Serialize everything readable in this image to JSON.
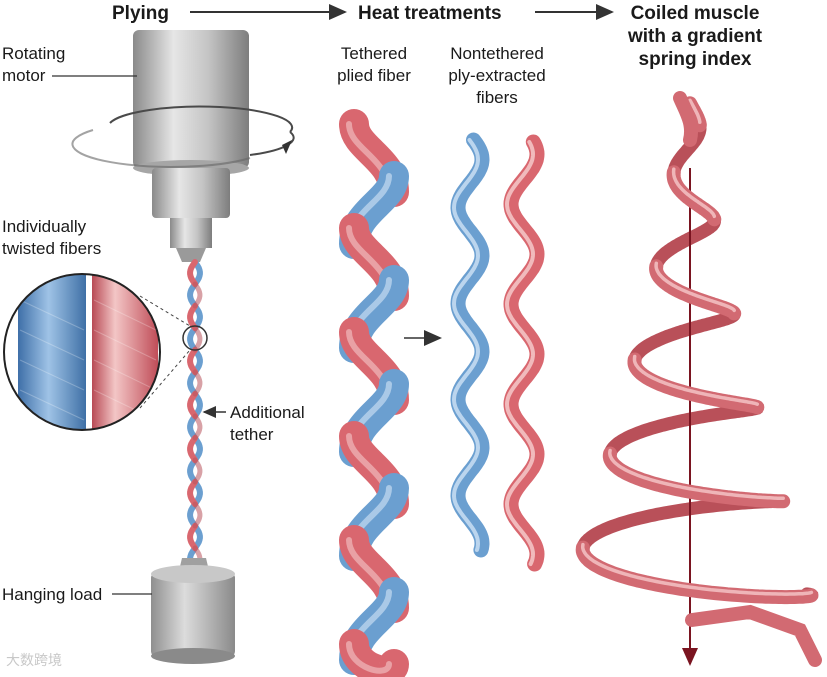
{
  "headers": {
    "plying": "Plying",
    "heat": "Heat treatments",
    "coiled": [
      "Coiled muscle",
      "with a gradient",
      "spring index"
    ]
  },
  "labels": {
    "rotating_motor": [
      "Rotating",
      "motor"
    ],
    "individually_twisted": [
      "Individually",
      "twisted fibers"
    ],
    "additional_tether": [
      "Additional",
      "tether"
    ],
    "hanging_load": "Hanging load",
    "tethered_plied": [
      "Tethered",
      "plied fiber"
    ],
    "nontethered": [
      "Nontethered",
      "ply-extracted",
      "fibers"
    ]
  },
  "watermark": "大数跨境",
  "colors": {
    "red_fiber": "#d9676f",
    "blue_fiber": "#6b9fd0",
    "muscle": "#d26a72",
    "axis_line": "#7a1420",
    "motor_gray": "#b8b8b8",
    "arrow": "#333333"
  }
}
